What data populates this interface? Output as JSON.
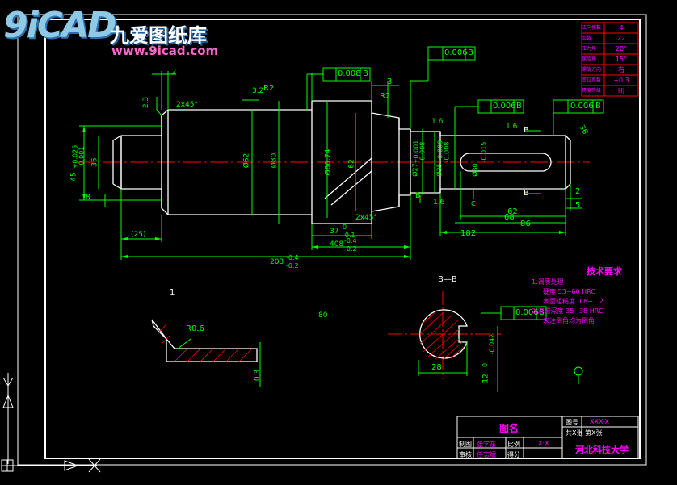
{
  "watermark": {
    "logo_text": "9iCAD",
    "site_name": "九爱图纸库",
    "url": "www.9icad.com"
  },
  "spec_table": {
    "rows": [
      {
        "label": "法向模数",
        "value": "4"
      },
      {
        "label": "齿数",
        "value": "22"
      },
      {
        "label": "压力角",
        "value": "20°"
      },
      {
        "label": "螺旋角",
        "value": "15°"
      },
      {
        "label": "螺旋方向",
        "value": "右"
      },
      {
        "label": "变位系数",
        "value": "+0.3"
      },
      {
        "label": "精度等级",
        "value": "HJ"
      }
    ]
  },
  "tolerances": {
    "t1": "0.006",
    "t1_ref": "B",
    "t2": "0.008",
    "t2_ref": "B",
    "t3": "0.006",
    "t3_ref": "B",
    "t4": "0.006",
    "t4_ref": "B",
    "t5": "0.006",
    "t5_ref": "B"
  },
  "dims": {
    "d_2_top": "2",
    "d_3_top": "3",
    "r2_left": "R2",
    "r2_right": "R2",
    "r32": "3.2",
    "chamfer_left": "2x45°",
    "chamfer_bottom": "2x45°",
    "phi62": "Ø62",
    "phi80": "Ø80",
    "phi8074": "Ø80.74",
    "d62_angle": "62",
    "phi27": "Ø27",
    "phi35": "Ø35",
    "phi30": "Ø30",
    "tol_27a": "+0.001",
    "tol_27b": "-0.008",
    "tol_35a": "+0.009",
    "tol_35b": "-0.008",
    "tol_30a": "-0.015",
    "tol_45a": "+0.025",
    "tol_45b": "-0.001",
    "d45": "45",
    "d35": "35",
    "d8": "8",
    "d16a": "1.6",
    "d16b": "1.6",
    "d16c": "1.6",
    "d5": "5",
    "d2r": "2",
    "d36": "36",
    "d62": "62",
    "d68": "68",
    "d86": "86",
    "d182": "182",
    "d25": "(25)",
    "d37": "37",
    "d37a": "0",
    "d37b": "-0.1",
    "d408": "408",
    "d408a": "-0.4",
    "d408b": "-0.2",
    "d203": "203",
    "d203a": "-0.4",
    "d203b": "-0.2",
    "d23": "2.3",
    "sec_b_top": "B",
    "sec_b_bot": "B",
    "datum_b": "B",
    "label_c": "C",
    "detail_num": "1",
    "r06": "R0.6",
    "d03": "0.3",
    "rough_80": "80",
    "section_title": "B—B",
    "d28": "28",
    "d12": "12",
    "d12a": "0",
    "d12b": "-0.042"
  },
  "tech_req": {
    "title": "技术要求",
    "lines": [
      "1.调质处理",
      "硬度  53~60 HRC",
      "表面粗糙度 0.8~1.2",
      "2.渗碳深度 35~38 HRC",
      "未注倒角均为倒角"
    ]
  },
  "title_block": {
    "name": "图名",
    "drawing_no_label": "图号",
    "drawing_no": "XXX-X",
    "sheets_label": "共X张 第X张",
    "drawn_label": "制图",
    "drawn_by": "张学东",
    "checked_label": "审核",
    "checked_by": "任志斌",
    "scale_label": "比例",
    "scale": "X:X",
    "grade_label": "得分",
    "school": "河北科技大学"
  },
  "colors": {
    "outline": "#ffffff",
    "dimension": "#00ff00",
    "center": "#ff0000",
    "text_magenta": "#ff00ff",
    "frame": "#ffffff"
  }
}
